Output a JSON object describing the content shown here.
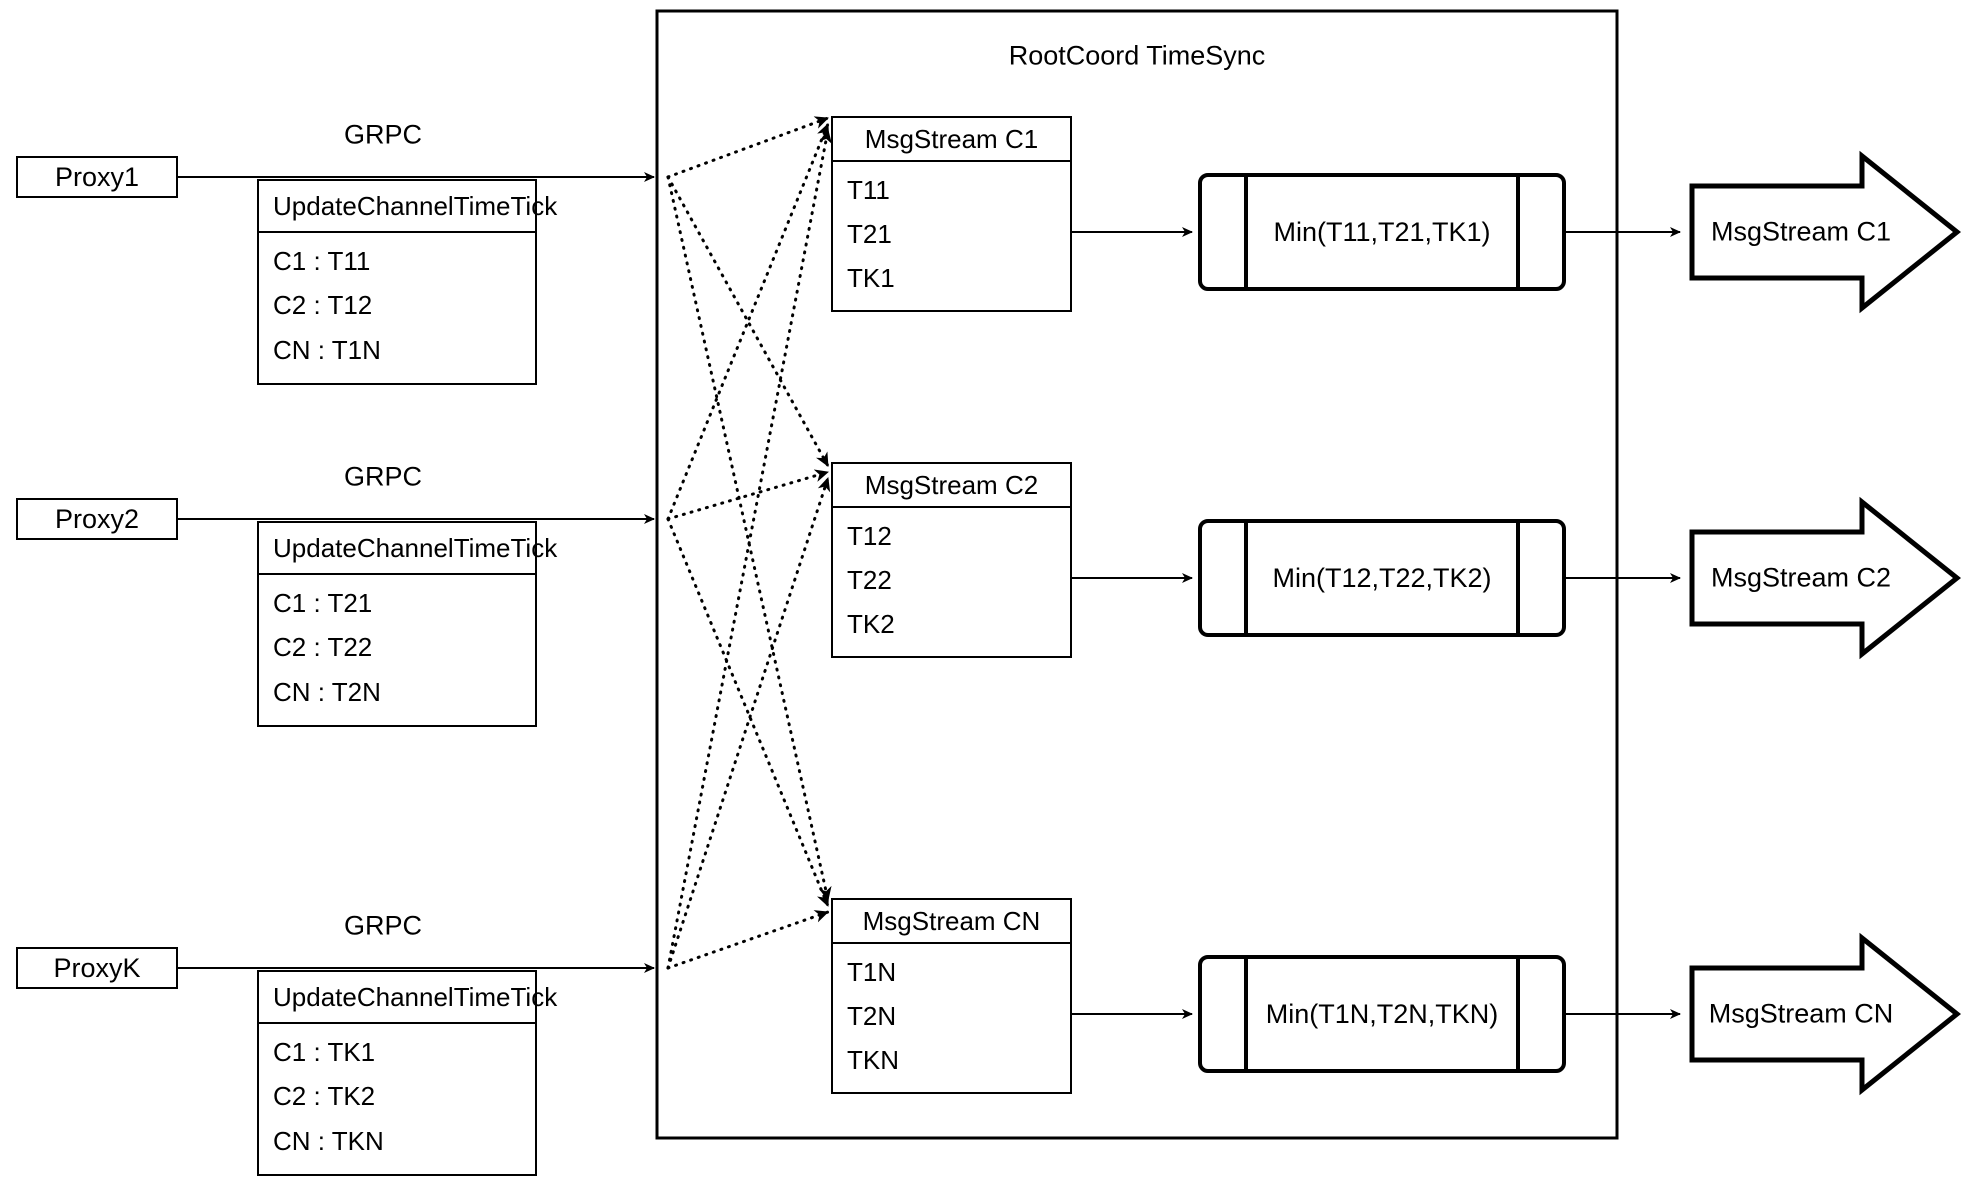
{
  "diagram": {
    "container_title": "RootCoord TimeSync",
    "link_label": "GRPC",
    "proxies": [
      {
        "name": "Proxy1",
        "rpc_title": "UpdateChannelTimeTick",
        "rows": [
          "C1 :  T11",
          "C2 :  T12",
          "CN : T1N"
        ]
      },
      {
        "name": "Proxy2",
        "rpc_title": "UpdateChannelTimeTick",
        "rows": [
          "C1 :  T21",
          "C2 :  T22",
          "CN : T2N"
        ]
      },
      {
        "name": "ProxyK",
        "rpc_title": "UpdateChannelTimeTick",
        "rows": [
          "C1 :  TK1",
          "C2 :  TK2",
          "CN : TKN"
        ]
      }
    ],
    "channels": [
      {
        "stream_title": "MsgStream C1",
        "ticks": [
          "T11",
          "T21",
          "TK1"
        ],
        "min_label": "Min(T11,T21,TK1)",
        "output_label": "MsgStream C1"
      },
      {
        "stream_title": "MsgStream C2",
        "ticks": [
          "T12",
          "T22",
          "TK2"
        ],
        "min_label": "Min(T12,T22,TK2)",
        "output_label": "MsgStream C2"
      },
      {
        "stream_title": "MsgStream CN",
        "ticks": [
          "T1N",
          "T2N",
          "TKN"
        ],
        "min_label": "Min(T1N,T2N,TKN)",
        "output_label": "MsgStream CN"
      }
    ],
    "grpc_labels": [
      "GRPC",
      "GRPC",
      "GRPC"
    ],
    "colors": {
      "stroke": "#000000",
      "fill": "#ffffff"
    }
  }
}
